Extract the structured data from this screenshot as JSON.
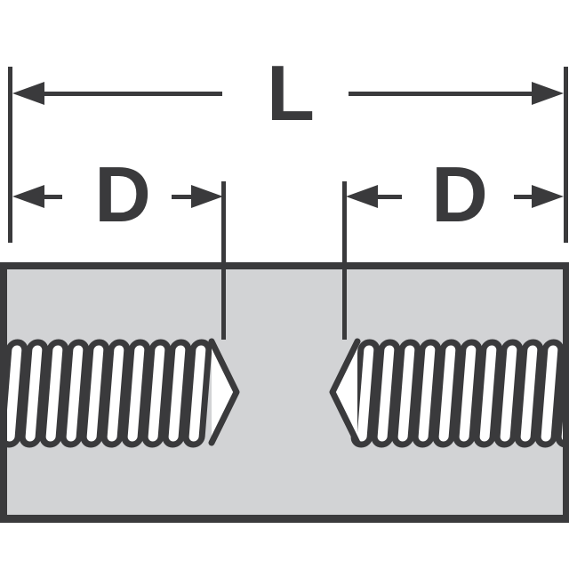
{
  "diagram": {
    "kind": "threaded-standoff-cross-section",
    "dimensions": {
      "overall_length_label": "L",
      "left_thread_depth_label": "D",
      "right_thread_depth_label": "D"
    },
    "colors": {
      "line": "#3a3a3c",
      "body_fill": "#d2d3d5",
      "thread_fill": "#ffffff",
      "background": "#ffffff"
    }
  }
}
